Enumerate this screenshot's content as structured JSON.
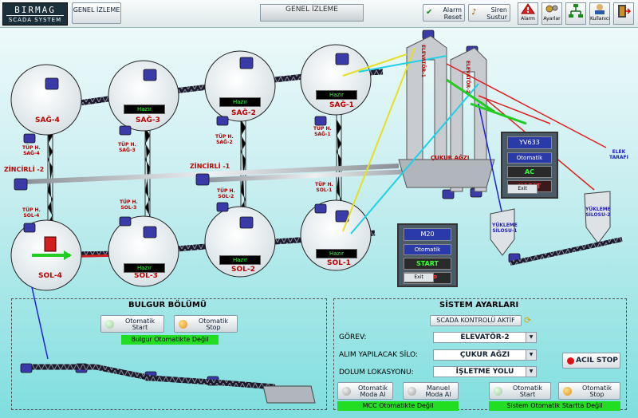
{
  "app": {
    "logo_main": "BIRMAG",
    "logo_sub": "SCADA SYSTEM"
  },
  "topbar": {
    "genel_btn": "GENEL İZLEME",
    "header_title": "GENEL İZLEME",
    "alarm_reset": "Alarm Reset",
    "siren_sustur": "Siren Sustur",
    "icons": [
      {
        "name": "alarm-icon",
        "label": "Alarm"
      },
      {
        "name": "settings-icon",
        "label": "Ayarlar"
      },
      {
        "name": "network-icon",
        "label": ""
      },
      {
        "name": "user-icon",
        "label": "Kullanıcı"
      },
      {
        "name": "exit-icon",
        "label": ""
      }
    ]
  },
  "silos": {
    "sag1": "SAĞ-1",
    "sag2": "SAĞ-2",
    "sag3": "SAĞ-3",
    "sag4": "SAĞ-4",
    "sol1": "SOL-1",
    "sol2": "SOL-2",
    "sol3": "SOL-3",
    "sol4": "SOL-4",
    "status_hazir": "Hazır"
  },
  "tups": {
    "sag1": "TÜP H.\nSAĞ-1",
    "sag2": "TÜP H.\nSAĞ-2",
    "sag3": "TÜP H.\nSAĞ-3",
    "sag4": "TÜP H.\nSAĞ-4",
    "sol1": "TÜP H.\nSOL-1",
    "sol2": "TÜP H.\nSOL-2",
    "sol3": "TÜP H.\nSOL-3",
    "sol4": "TÜP H.\nSOL-4"
  },
  "conveyors": {
    "zincirli1": "ZİNCİRLİ -1",
    "zincirli2": "ZİNCİRLİ -2"
  },
  "elevators": {
    "elev1": "ELEVATÖR-1",
    "elev2": "ELEVATÖR-2",
    "cukur": "ÇUKUR AĞZI"
  },
  "right_labels": {
    "elek": "ELEK\nTARAFI",
    "yukleme1": "YÜKLEME\nSİLOSU-1",
    "yukleme2": "YÜKLEME\nSİLOSU-2"
  },
  "popup_yv633": {
    "title": "YV633",
    "mode": "Otomatik",
    "ac": "AC",
    "kapat": "KAPAT",
    "exit": "Exit"
  },
  "popup_m20": {
    "title": "M20",
    "mode": "Otomatik",
    "start": "START",
    "stop": "STOP",
    "exit": "Exit"
  },
  "bulgur": {
    "title": "BULGUR BÖLÜMÜ",
    "start": "Otomatik Start",
    "stop": "Otomatik Stop",
    "status": "Bulgur Otomatikte Değil"
  },
  "sistem": {
    "title": "SİSTEM AYARLARI",
    "scada_btn": "SCADA KONTROLÜ AKTİF",
    "gorev_label": "GÖREV:",
    "gorev_value": "ELEVATÖR-2",
    "silo_label": "ALIM YAPILACAK SİLO:",
    "silo_value": "ÇUKUR AĞZI",
    "lok_label": "DOLUM LOKASYONU:",
    "lok_value": "İŞLETME YOLU",
    "acil_stop": "ACIL STOP",
    "oto_moda": "Otomatik Moda Al",
    "manuel_moda": "Manuel Moda Al",
    "oto_start": "Otomatik Start",
    "oto_stop": "Otomatik Stop",
    "mcc_status": "MCC Otomatikte Değil",
    "sistem_status": "Sistem Otomatik Startta Değil"
  },
  "colors": {
    "accent_red": "#c00000",
    "status_green": "#22dd22",
    "panel_bg": "#7fdede"
  }
}
